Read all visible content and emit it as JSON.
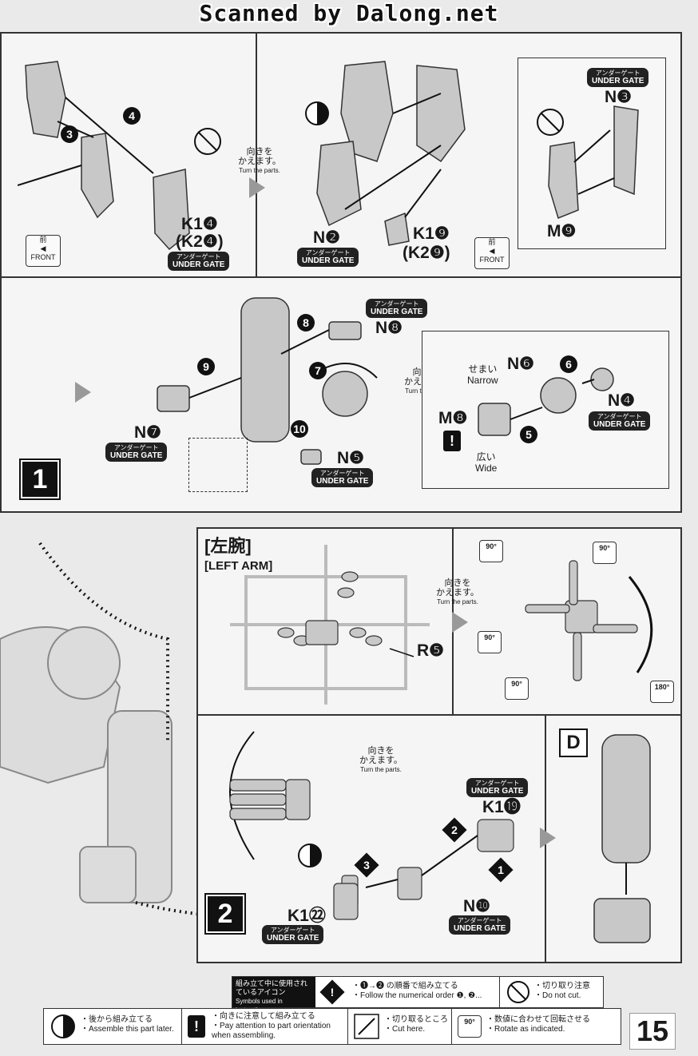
{
  "header": {
    "scan_credit": "Scanned by Dalong.net"
  },
  "common": {
    "under_gate_jp": "アンダーゲート",
    "under_gate_en": "UNDER GATE",
    "turn_jp_1": "向きを",
    "turn_jp_2": "かえます。",
    "turn_en": "Turn the parts.",
    "front_jp": "前",
    "front_en": "FRONT"
  },
  "panel1": {
    "labels": {
      "k1_4": "K1❹",
      "k2_4": "(K2❹)",
      "n2": "N❷",
      "k1_9": "K1❾",
      "k2_9": "(K2❾)",
      "n3": "N❸",
      "m9": "M❾"
    },
    "steps": [
      "3",
      "4"
    ]
  },
  "panel2": {
    "labels": {
      "n8": "N❽",
      "n7": "N❼",
      "n5": "N❺",
      "n6": "N❻",
      "n4": "N❹",
      "m8": "M❽"
    },
    "narrow_jp": "せまい",
    "narrow_en": "Narrow",
    "wide_jp": "広い",
    "wide_en": "Wide",
    "steps": [
      "5",
      "6",
      "7",
      "8",
      "9",
      "10"
    ]
  },
  "panel3": {
    "title_jp": "[左腕]",
    "title_en": "[LEFT ARM]",
    "runner_label": "R❺",
    "rotations": [
      "90°",
      "90°",
      "90°",
      "90°",
      "180°"
    ]
  },
  "panel4": {
    "labels": {
      "k1_19": "K1⓳",
      "n10": "N❿",
      "k1_22": "K1㉒"
    },
    "steps": [
      "1",
      "2",
      "3"
    ],
    "sub_step": "D"
  },
  "step_markers": [
    "1",
    "2"
  ],
  "legend": {
    "symbols_jp": "組み立て中に使用されているアイコン",
    "symbols_en": "Symbols used in instructions",
    "order_jp": "・❶→❷ の順番で組み立てる",
    "order_en": "・Follow the numerical order ❶, ❷...",
    "care_jp": "・切り取り注意",
    "care_en": "・Do not cut.",
    "later_jp": "・後から組み立てる",
    "later_en": "・Assemble this part later.",
    "orient_jp": "・向きに注意して組み立てる",
    "orient_en": "・Pay attention to part orientation when assembling.",
    "cut_jp": "・切り取るところ",
    "cut_en": "・Cut here.",
    "rotate_jp": "・数値に合わせて回転させる",
    "rotate_en": "・Rotate as indicated.",
    "rotate_icon": "90°"
  },
  "page_number": "15"
}
